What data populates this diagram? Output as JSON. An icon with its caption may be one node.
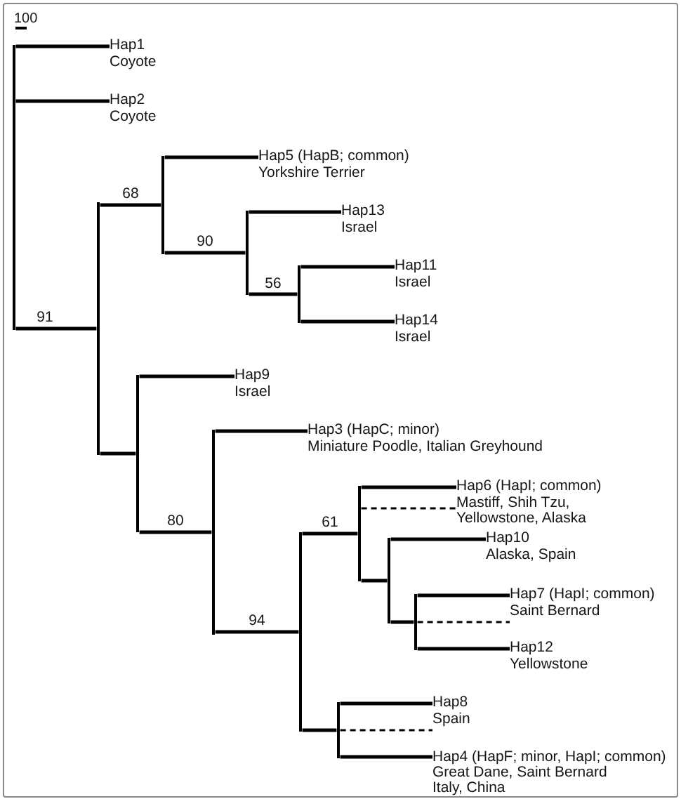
{
  "diagram": {
    "nodes": [
      {
        "text": [],
        "shape": "bar"
      },
      {
        "text": [
          "Hap1",
          "Coyote"
        ]
      },
      {
        "text": [
          "Hap2",
          "Coyote"
        ]
      },
      {
        "text": [],
        "shape": "bar"
      },
      {
        "text": [],
        "shape": "bar"
      },
      {
        "text": [
          "Hap5 (HapB; common)",
          "Yorkshire Terrier"
        ]
      },
      {
        "text": [],
        "shape": "bar"
      },
      {
        "text": [
          "Hap13",
          "Israel"
        ]
      },
      {
        "text": [],
        "shape": "bar"
      },
      {
        "text": [
          "Hap11",
          "Israel"
        ]
      },
      {
        "text": [
          "Hap14",
          "Israel"
        ]
      },
      {
        "text": [],
        "shape": "bar"
      },
      {
        "text": [
          "Hap9",
          "Israel"
        ]
      },
      {
        "text": [],
        "shape": "bar"
      },
      {
        "text": [
          "Hap3 (HapC; minor)",
          "Miniature Poodle, Italian Greyhound"
        ]
      },
      {
        "text": [],
        "shape": "bar"
      },
      {
        "text": [],
        "shape": "bar"
      },
      {
        "text": [
          "Hap6 (HapI; common)",
          "Mastiff, Shih Tzu, Yellowstone, Alaska"
        ]
      },
      {
        "text": [],
        "shape": "bar"
      },
      {
        "text": [
          "Hap10",
          "Alaska, Spain"
        ]
      },
      {
        "text": [],
        "shape": "bar"
      },
      {
        "text": [
          "Hap7 (HapI; common)",
          "Saint Bernard"
        ]
      },
      {
        "text": [
          "Hap12",
          "Yellowstone"
        ]
      },
      {
        "text": [],
        "shape": "bar"
      },
      {
        "text": [
          "Hap8",
          "Spain"
        ]
      },
      {
        "text": [
          "Hap4 (HapF; minor, HapI; common)",
          "Great Dane, Saint Bernard",
          "Italy, China"
        ]
      }
    ],
    "edges": [
      {
        "from": 0,
        "to": 1,
        "arrow": "none"
      },
      {
        "from": 0,
        "to": 2,
        "arrow": "none"
      },
      {
        "from": 0,
        "to": 3,
        "arrow": "none",
        "label": "91"
      },
      {
        "from": 3,
        "to": 4,
        "arrow": "none",
        "label": "68"
      },
      {
        "from": 4,
        "to": 5,
        "arrow": "none"
      },
      {
        "from": 4,
        "to": 6,
        "arrow": "none",
        "label": "90"
      },
      {
        "from": 6,
        "to": 7,
        "arrow": "none"
      },
      {
        "from": 6,
        "to": 8,
        "arrow": "none",
        "label": "56"
      },
      {
        "from": 8,
        "to": 9,
        "arrow": "none"
      },
      {
        "from": 8,
        "to": 10,
        "arrow": "none"
      },
      {
        "from": 3,
        "to": 11,
        "arrow": "none"
      },
      {
        "from": 11,
        "to": 12,
        "arrow": "none"
      },
      {
        "from": 11,
        "to": 13,
        "arrow": "none",
        "label": "80"
      },
      {
        "from": 13,
        "to": 14,
        "arrow": "none"
      },
      {
        "from": 13,
        "to": 15,
        "arrow": "none",
        "label": "94"
      },
      {
        "from": 15,
        "to": 16,
        "arrow": "none",
        "label": "61"
      },
      {
        "from": 16,
        "to": 17,
        "arrow": "none"
      },
      {
        "from": 16,
        "to": 17,
        "arrow": "none",
        "style": "dashed"
      },
      {
        "from": 16,
        "to": 18,
        "arrow": "none"
      },
      {
        "from": 18,
        "to": 19,
        "arrow": "none"
      },
      {
        "from": 18,
        "to": 20,
        "arrow": "none"
      },
      {
        "from": 20,
        "to": 21,
        "arrow": "none"
      },
      {
        "from": 20,
        "to": 21,
        "arrow": "none",
        "style": "dashed"
      },
      {
        "from": 20,
        "to": 22,
        "arrow": "none"
      },
      {
        "from": 15,
        "to": 23,
        "arrow": "none"
      },
      {
        "from": 23,
        "to": 24,
        "arrow": "none"
      },
      {
        "from": 23,
        "to": 24,
        "arrow": "none",
        "style": "dashed"
      },
      {
        "from": 23,
        "to": 25,
        "arrow": "none"
      }
    ],
    "labels": [
      "100"
    ]
  }
}
